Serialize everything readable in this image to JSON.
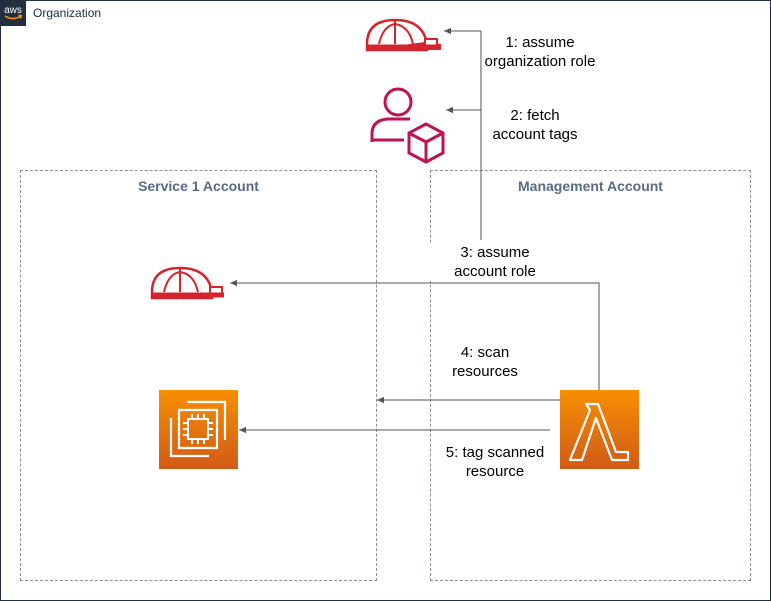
{
  "organization": {
    "label": "Organization",
    "badge_icon": "aws-logo-icon"
  },
  "accounts": {
    "service": {
      "title": "Service 1 Account"
    },
    "management": {
      "title": "Management Account"
    }
  },
  "steps": [
    {
      "line1": "1: assume",
      "line2": "organization role"
    },
    {
      "line1": "2: fetch",
      "line2": "account tags"
    },
    {
      "line1": "3: assume",
      "line2": "account role"
    },
    {
      "line1": "4: scan",
      "line2": "resources"
    },
    {
      "line1": "5: tag scanned",
      "line2": "resource"
    }
  ],
  "icons": {
    "org_role": "iam-role-helmet-icon",
    "org_user": "organizations-account-icon",
    "account_role": "iam-role-helmet-icon",
    "ec2": "ec2-instance-icon",
    "lambda": "lambda-function-icon"
  },
  "colors": {
    "frame": "#232f3e",
    "role": "#d6242d",
    "user": "#bc1356",
    "compute_top": "#f78e04",
    "compute_bottom": "#d05c17",
    "title": "#5a6b86",
    "arrow": "#545454"
  }
}
